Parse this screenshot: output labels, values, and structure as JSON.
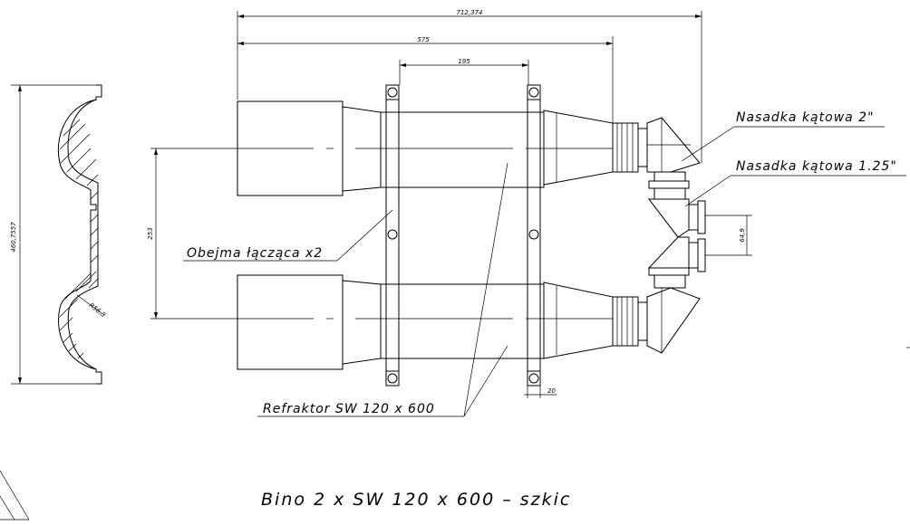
{
  "title": "Bino  2  x  SW  120  x  600  –  szkic",
  "labels": {
    "nasadka_2": "Nasadka kątowa 2\"",
    "nasadka_125": "Nasadka kątowa 1.25\"",
    "obejma": "Obejma łącząca x2",
    "refraktor": "Refraktor SW 120 x 600"
  },
  "dimensions": {
    "overall_length": "712,374",
    "tube_length": "575",
    "clamp_spacing": "195",
    "tube_spacing": "253",
    "clamp_width": "20",
    "eyepiece_spacing": "64,9",
    "clamp_height": "460,7557",
    "radius": "R56,8"
  }
}
